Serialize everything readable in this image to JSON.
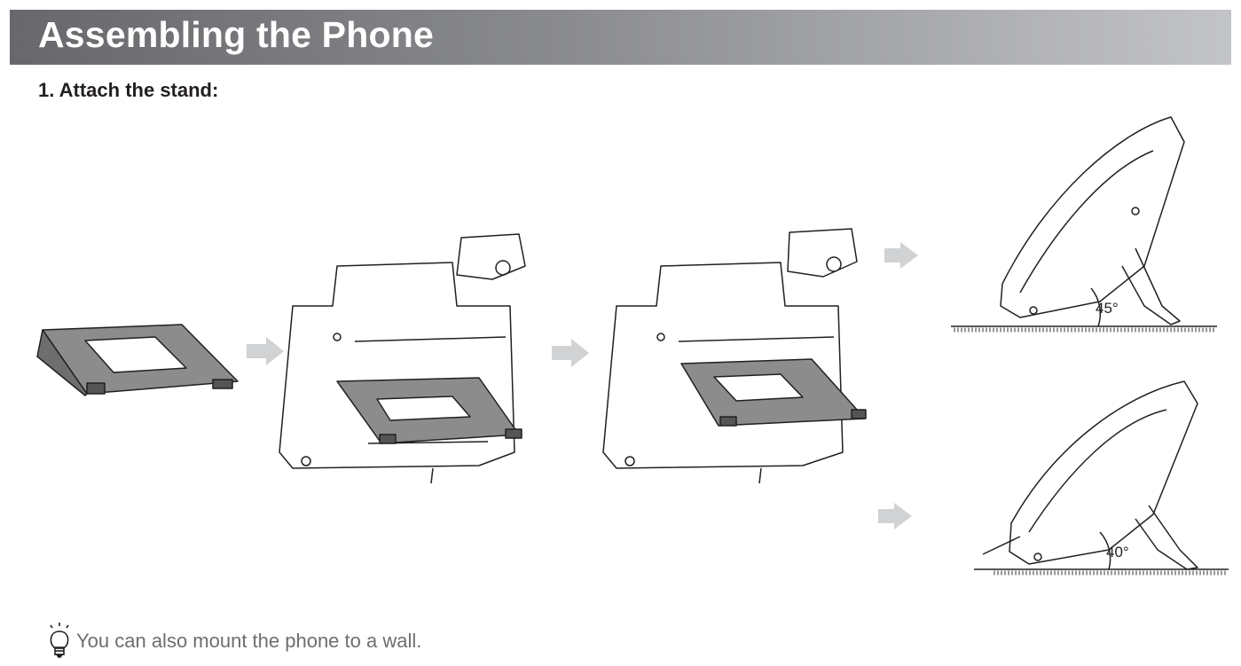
{
  "header": {
    "title": "Assembling the Phone"
  },
  "step": {
    "label": "1. Attach the stand:"
  },
  "illustration": {
    "angle_high": "45°",
    "angle_low": "40°"
  },
  "tip": {
    "icon": "lightbulb-icon",
    "text": "You can also mount the phone to a wall."
  }
}
